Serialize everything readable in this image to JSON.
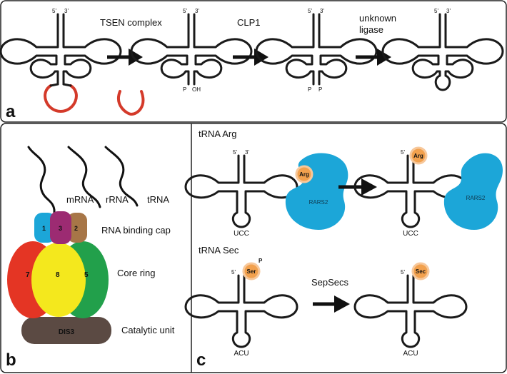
{
  "panels": {
    "a": "a",
    "b": "b",
    "c": "c"
  },
  "panel_a": {
    "ends": {
      "five": "5'",
      "three": "3'"
    },
    "steps": [
      "TSEN complex",
      "CLP1",
      "unknown",
      "ligase"
    ],
    "termini_1": {
      "p": "P",
      "oh": "OH"
    },
    "termini_2": {
      "p1": "P",
      "p2": "P"
    },
    "colors": {
      "intron": "#d43a2a"
    }
  },
  "panel_b": {
    "rna_labels": [
      "mRNA",
      "rRNA",
      "tRNA"
    ],
    "cap_label": "RNA binding cap",
    "ring_label": "Core ring",
    "catalytic_label": "Catalytic unit",
    "subunits": {
      "s1": "1",
      "s3": "3",
      "s2": "2",
      "s7": "7",
      "s8": "8",
      "s5": "5",
      "dis3": "DIS3"
    },
    "colors": {
      "s1": "#1ca6d8",
      "s3": "#9c2b72",
      "s2": "#a77647",
      "s7": "#e43524",
      "s8": "#f4e81d",
      "s5": "#22a04b",
      "dis3": "#5b4a43"
    }
  },
  "panel_c": {
    "arg_title": "tRNA Arg",
    "sec_title": "tRNA Sec",
    "ends": {
      "five": "5'",
      "three": "3'"
    },
    "anticodon_arg": "UCC",
    "anticodon_sec": "ACU",
    "enzyme": "RARS2",
    "amino_arg": "Arg",
    "amino_ser": "Ser",
    "amino_sec": "Sec",
    "phosphate": "P",
    "sepsecs": "SepSecs",
    "colors": {
      "enzyme": "#1ca6d8",
      "amino": "#f2a14e"
    }
  }
}
